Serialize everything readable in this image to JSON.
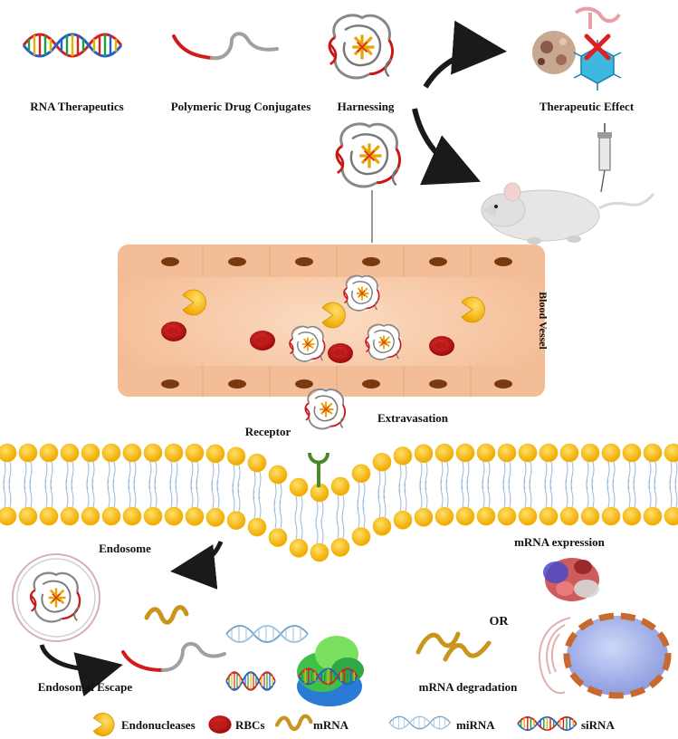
{
  "labels": {
    "rna_therapeutics": "RNA Therapeutics",
    "polymeric_conjugates": "Polymeric Drug Conjugates",
    "harnessing": "Harnessing",
    "therapeutic_effect": "Therapeutic Effect",
    "blood_vessel": "Blood Vessel",
    "receptor": "Receptor",
    "extravasation": "Extravasation",
    "endosome": "Endosome",
    "mrna_expression": "mRNA expression",
    "or": "OR",
    "endosomal_escape": "Endosomal Escape",
    "mrna_degradation": "mRNA degradation"
  },
  "legend": [
    {
      "label": "Endonucleases",
      "icon": "endonuclease-icon",
      "color": "#f5c200"
    },
    {
      "label": "RBCs",
      "icon": "rbc-icon",
      "color": "#c81010"
    },
    {
      "label": "mRNA",
      "icon": "mrna-icon",
      "color": "#c8961e"
    },
    {
      "label": "miRNA",
      "icon": "mirna-icon",
      "color": "#7aa8c8"
    },
    {
      "label": "siRNA",
      "icon": "sirna-icon",
      "color": "#e8b020"
    }
  ],
  "colors": {
    "vessel": "#f7c9a6",
    "lipid_head": "#f5b800",
    "polymer_red": "#d11a1a",
    "polymer_grey": "#9a9a9a",
    "arrow": "#1a1a1a"
  }
}
